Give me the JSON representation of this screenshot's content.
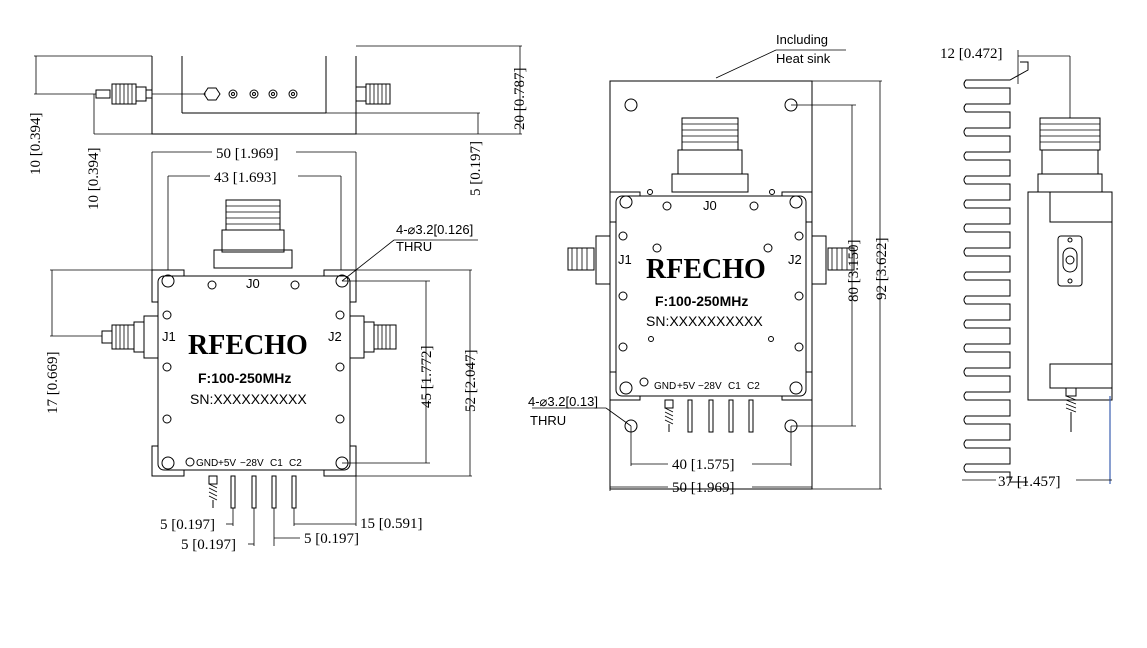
{
  "views": {
    "side_top": {
      "dims": [
        "10 [0.394]",
        "10 [0.394]",
        "20 [0.787]",
        "5 [0.197]"
      ]
    },
    "front": {
      "dims": [
        "50 [1.969]",
        "43 [1.693]",
        "17 [0.669]",
        "45 [1.772]",
        "52 [2.047]",
        "5 [0.197]",
        "15 [0.591]",
        "5 [0.197]",
        "5 [0.197]"
      ],
      "hole_note": [
        "4-⌀3.2[0.126]",
        "THRU"
      ]
    },
    "heatsink_front": {
      "note": [
        "Including",
        "Heat sink"
      ],
      "dims": [
        "80 [3.150]",
        "92 [3.622]",
        "40 [1.575]",
        "50 [1.969]"
      ],
      "hole_note": [
        "4-⌀3.2[0.13]",
        "THRU"
      ]
    },
    "heatsink_side": {
      "dims": [
        "12 [0.472]",
        "37 [1.457]"
      ]
    }
  },
  "module": {
    "brand": "RFECHO",
    "freq": "F:100-250MHz",
    "serial": "SN:XXXXXXXXXX",
    "port_top": "J0",
    "port_left": "J1",
    "port_right": "J2",
    "pins": [
      "GND",
      "+5V",
      "−28V",
      "C1",
      "C2"
    ]
  }
}
